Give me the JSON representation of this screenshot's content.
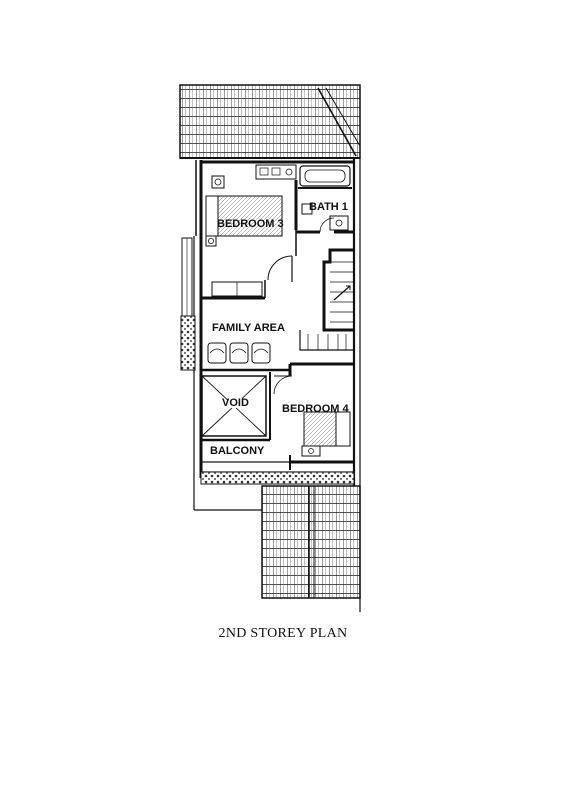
{
  "plan": {
    "caption": "2ND STOREY PLAN",
    "rooms": {
      "bedroom3": "BEDROOM 3",
      "bath1": "BATH 1",
      "family_area": "FAMILY AREA",
      "void": "VOID",
      "bedroom4": "BEDROOM 4",
      "balcony": "BALCONY"
    }
  }
}
